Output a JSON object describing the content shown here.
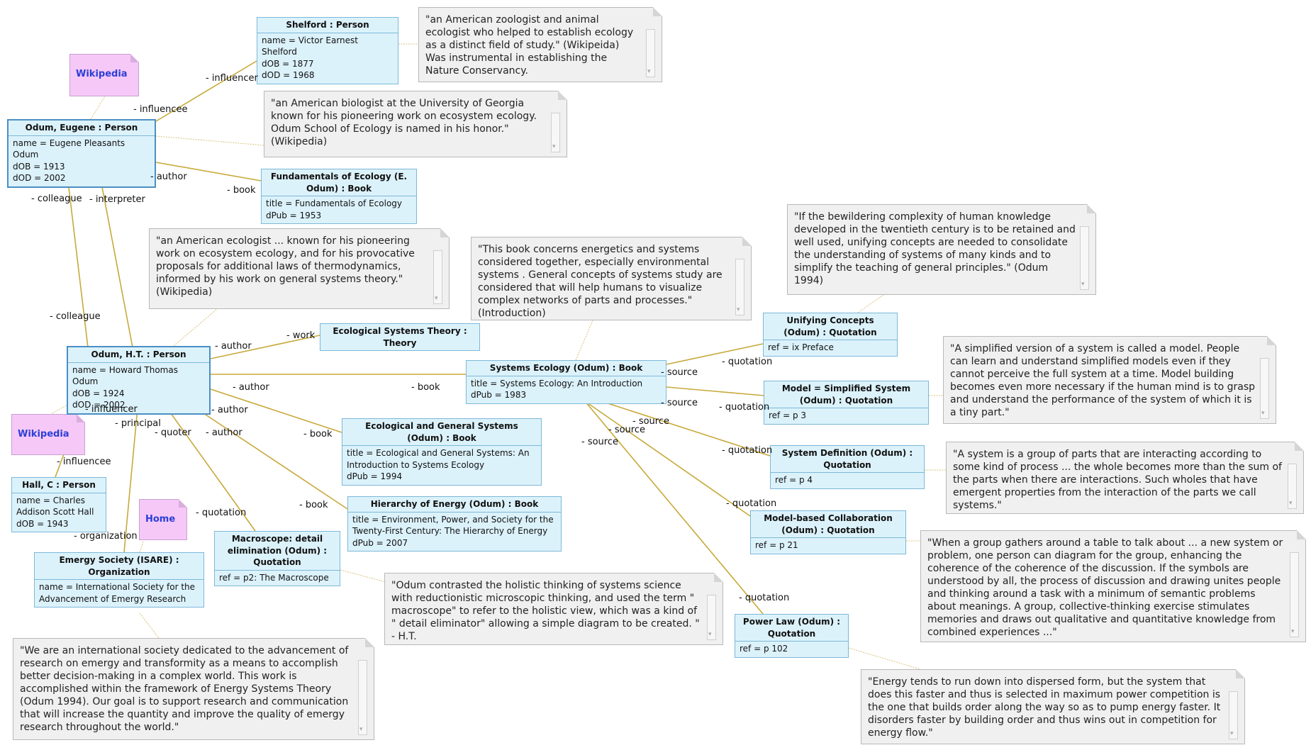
{
  "objects": {
    "shelford": {
      "title": "Shelford : Person",
      "attrs": [
        "name = Victor Earnest Shelford",
        "dOB = 1877",
        "dOD = 1968"
      ]
    },
    "odum_eugene": {
      "title": "Odum, Eugene : Person",
      "attrs": [
        "name = Eugene Pleasants Odum",
        "dOB = 1913",
        "dOD = 2002"
      ]
    },
    "fundamentals": {
      "title": "Fundamentals of Ecology (E.\nOdum) : Book",
      "attrs": [
        "title = Fundamentals of Ecology",
        "dPub = 1953"
      ]
    },
    "odum_ht": {
      "title": "Odum, H.T. : Person",
      "attrs": [
        "name = Howard Thomas Odum",
        "dOB = 1924",
        "dOD = 2002"
      ]
    },
    "est": {
      "title": "Ecological  Systems Theory :\nTheory",
      "attrs": []
    },
    "systems_ecology": {
      "title": "Systems Ecology (Odum) : Book",
      "attrs": [
        "title = Systems Ecology: An Introduction",
        "dPub = 1983"
      ]
    },
    "eco_general": {
      "title": "Ecological and General Systems\n(Odum) : Book",
      "attrs": [
        "title = Ecological and General Systems: An\n         Introduction to Systems Ecology",
        "dPub = 1994"
      ]
    },
    "hierarchy": {
      "title": "Hierarchy of Energy (Odum) : Book",
      "attrs": [
        "title = Environment, Power, and Society for the\n    Twenty-First Century: The Hierarchy of Energy",
        "dPub = 2007"
      ]
    },
    "hall": {
      "title": "Hall, C : Person",
      "attrs": [
        " name = Charles\nAddison Scott Hall",
        "dOB = 1943"
      ]
    },
    "isaee": {
      "title": "Emergy Society (ISARE) :\nOrganization",
      "attrs": [
        "name = International Society for the\n    Advancement of Emergy Research"
      ]
    },
    "macroscope": {
      "title": "Macroscope: detail\nelimination (Odum) :\nQuotation",
      "attrs": [
        "ref = p2: The Macroscope"
      ]
    },
    "unifying": {
      "title": "Unifying Concepts\n(Odum) : Quotation",
      "attrs": [
        "ref = ix Preface"
      ]
    },
    "model": {
      "title": "Model = Simplified System\n(Odum) : Quotation",
      "attrs": [
        "ref = p 3"
      ]
    },
    "sysdef": {
      "title": "System Definition (Odum) :\nQuotation",
      "attrs": [
        "ref = p 4"
      ]
    },
    "mbc": {
      "title": "Model-based Collaboration\n(Odum) : Quotation",
      "attrs": [
        "ref = p 21"
      ]
    },
    "powerlaw": {
      "title": "Power Law (Odum) :\nQuotation",
      "attrs": [
        "ref = p 102"
      ]
    }
  },
  "notes": {
    "shelford": "\"an American zoologist  and animal ecologist who helped to establish ecology  as a distinct field of study.\" (Wikipeida) Was instrumental in establishing the Nature Conservancy.",
    "eugene": "\"an American biologist at the University of Georgia  known for his pioneering work on ecosystem ecology. Odum School of Ecology is named in his honor.\" (Wikipedia)",
    "ht": "\"an American ecologist ... known for his pioneering work on ecosystem ecology, and for his provocative proposals for additional laws of thermodynamics, informed by his work on general systems theory.\" (Wikipedia)",
    "sysecol": "\"This book concerns energetics and systems considered together, especially environmental systems . General concepts of systems study are considered that will help humans to visualize complex networks of parts and processes.\" (Introduction)",
    "unifying": "\"If the bewildering complexity of human knowledge developed in the twentieth century is to be retained and well used, unifying concepts are needed to consolidate the understanding of systems of many kinds and to simplify the teaching of general principles.\" (Odum 1994)",
    "model": "\"A simplified version of a system is called a model. People can learn and understand simplified models even if they cannot perceive the full system at a time. Model building becomes even more necessary if the human mind is to grasp and understand the performance of the system of which it is a tiny part.\"",
    "sysdef": "\"A system is a group of parts that are interacting according to some kind of process ... the whole becomes more than the sum of the parts when there are interactions. Such wholes that have emergent properties from the interaction of the parts we call  systems.\"",
    "mbc": "\"When a group gathers around a table to talk about ... a new system or problem, one person can diagram for the group, enhancing the coherence of the coherence of the discussion. If the symbols are understood by all, the process of discussion and drawing unites people and thinking around a task with a minimum of semantic problems about meanings. A group, collective-thinking exercise stimulates memories and draws out qualitative and quantitative knowledge from combined experiences ...\"",
    "macroscope": "\"Odum contrasted the holistic thinking of systems science with reductionistic microscopic thinking, and used the term \" macroscope\" to refer to the holistic view, which was a kind of \" detail eliminator\" allowing a simple diagram to be created.   \" - H.T.",
    "isaee": "\"We are an international society dedicated to the advancement of research on emergy and transformity  as a means to accomplish better decision-making in a complex world. This work is accomplished within the framework of Energy Systems Theory (Odum 1994). Our goal is to support research and communication that will increase the quantity and improve the quality of emergy research throughout the world.\"",
    "powerlaw": "\"Energy tends to run down into dispersed form, but the system that does this faster and thus is selected in maximum power competition is the one that builds order along the way so as to pump energy faster. It disorders faster by building order and thus wins out in competition for energy flow.\""
  },
  "tags": {
    "wiki1": "Wikipedia",
    "wiki2": "Wikipedia",
    "home": "Home"
  },
  "labels": {
    "influencer1": "- influencer",
    "influencee1": "- influencee",
    "author1": "- author",
    "book1": "- book",
    "colleague1": "- colleague",
    "interpreter": "- interpreter",
    "colleague2": "- colleague",
    "author2": "- author",
    "work": "- work",
    "author3": "- author",
    "book2": "- book",
    "author4": "- author",
    "author5": "- author",
    "book3": "- book",
    "quoter": "- quoter",
    "principal": "- principal",
    "influencer2": "- influencer",
    "influencee2": "- influencee",
    "quotation1": "- quotation",
    "organization": "- organization",
    "book4": "- book",
    "source1": "- source",
    "quotation2": "- quotation",
    "source2": "- source",
    "quotation3": "- quotation",
    "source3": "- source",
    "source4": "- source",
    "quotation4": "- quotation",
    "source5": "- source",
    "quotation5": "- quotation",
    "quotation6": "- quotation"
  },
  "colors": {
    "association": "#c7a93a",
    "anchor": "#d8c37a",
    "object_fill": "#dcf2fb",
    "object_border": "#7cb8d8",
    "note_fill": "#f0f0f0",
    "tag_fill": "#f6c8f8"
  }
}
